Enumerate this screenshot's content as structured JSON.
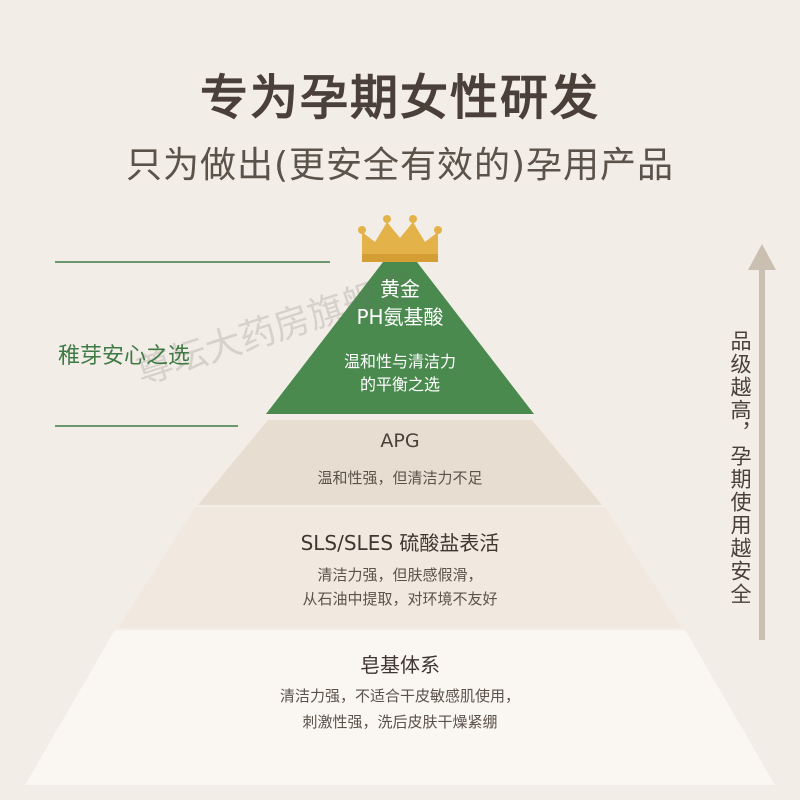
{
  "header": {
    "title": "专为孕期女性研发",
    "subtitle": "只为做出(更安全有效的)孕用产品"
  },
  "side_label": "稚芽安心之选",
  "levels": [
    {
      "title_line1": "黄金",
      "title_line2": "PH氨基酸",
      "desc_line1": "温和性与清洁力",
      "desc_line2": "的平衡之选"
    },
    {
      "title": "APG",
      "desc": "温和性强，但清洁力不足"
    },
    {
      "title": "SLS/SLES 硫酸盐表活",
      "desc_line1": "清洁力强，但肤感假滑，",
      "desc_line2": "从石油中提取，对环境不友好"
    },
    {
      "title": "皂基体系",
      "desc_line1": "清洁力强，不适合干皮敏感肌使用，",
      "desc_line2": "刺激性强，洗后皮肤干燥紧绷"
    }
  ],
  "arrow_label": "品级越高，孕期使用越安全",
  "watermark": "尊坛大药房旗舰店",
  "colors": {
    "background": "#f2ede6",
    "gold_level": "#4a8a4e",
    "crown": "#e3b34a",
    "accent_green": "#3f7a45",
    "arrow": "#cbbfb2"
  },
  "icons": [
    "crown-icon",
    "up-arrow-icon"
  ]
}
